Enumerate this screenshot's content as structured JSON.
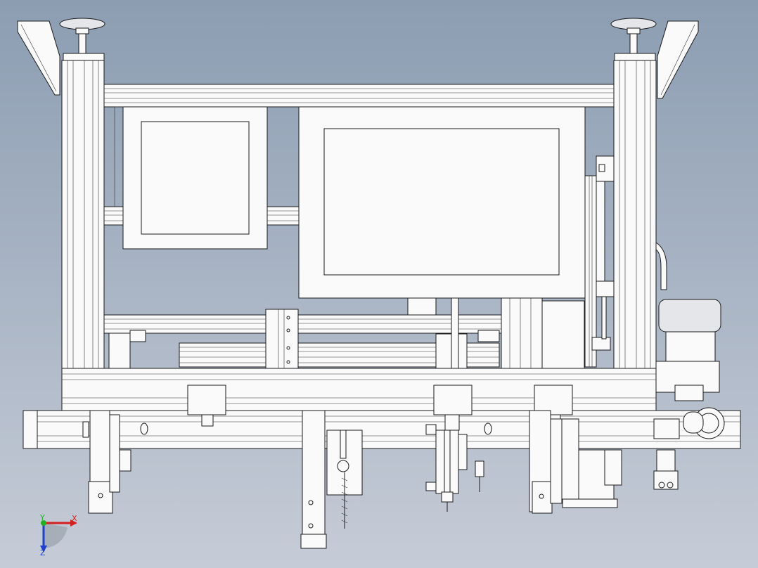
{
  "axes": {
    "x_label": "X",
    "y_label": "Y",
    "z_label": "Z",
    "x_color": "#d42020",
    "y_color": "#20b020",
    "z_color": "#2040d0"
  },
  "background": {
    "top": "#8c9db2",
    "bottom": "#c6ccd7"
  }
}
